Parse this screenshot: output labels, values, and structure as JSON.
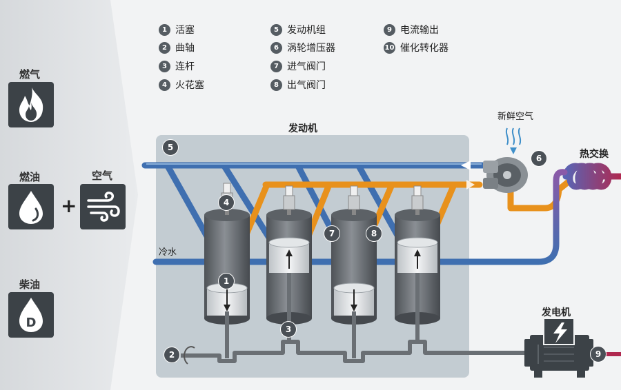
{
  "fuels": {
    "gas": {
      "label": "燃气",
      "icon": "flame-icon"
    },
    "oil": {
      "label": "燃油",
      "icon": "oil-drop-icon"
    },
    "air": {
      "label": "空气",
      "icon": "wind-icon"
    },
    "diesel": {
      "label": "柴油",
      "icon": "diesel-drop-icon",
      "letter": "D"
    },
    "plus": "+"
  },
  "legend": [
    {
      "num": "1",
      "text": "活塞"
    },
    {
      "num": "2",
      "text": "曲轴"
    },
    {
      "num": "3",
      "text": "连杆"
    },
    {
      "num": "4",
      "text": "火花塞"
    },
    {
      "num": "5",
      "text": "发动机组"
    },
    {
      "num": "6",
      "text": "涡轮增压器"
    },
    {
      "num": "7",
      "text": "进气阀门"
    },
    {
      "num": "8",
      "text": "出气阀门"
    },
    {
      "num": "9",
      "text": "电流输出"
    },
    {
      "num": "10",
      "text": "催化转化器"
    }
  ],
  "labels": {
    "engine": "发动机",
    "fresh_air": "新鲜空气",
    "heat_exchange": "热交换",
    "cold_water": "冷水",
    "generator": "发电机"
  },
  "callouts": [
    "5",
    "4",
    "1",
    "7",
    "8",
    "3",
    "2",
    "6",
    "9"
  ],
  "colors": {
    "blue_pipe": "#3f6fb0",
    "orange_pipe": "#e8911c",
    "engine_block": "#c3ccd2",
    "tile": "#3c4247",
    "badge": "#555c62"
  },
  "icons": {
    "generator": "lightning-icon",
    "crank_rotation": "rotate-arrow-icon"
  }
}
